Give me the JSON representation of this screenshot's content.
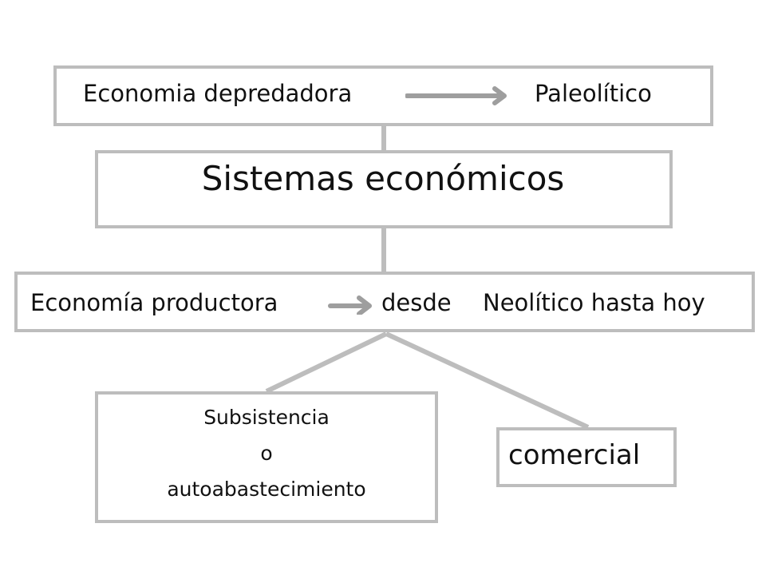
{
  "diagram": {
    "top_box": {
      "left_text": "Economia depredadora",
      "right_text": "Paleolítico"
    },
    "center_box": {
      "title": "Sistemas económicos"
    },
    "middle_box": {
      "left_text": "Economía productora",
      "mid_text": "desde",
      "right_text": "Neolítico hasta hoy"
    },
    "branch_left": {
      "line1": "Subsistencia",
      "line2": "o",
      "line3": "autoabastecimiento"
    },
    "branch_right": {
      "label": "comercial"
    }
  },
  "colors": {
    "border": "#bdbdbd",
    "connector": "#bdbdbd",
    "arrow": "#9e9e9e",
    "text": "#111111",
    "background": "#ffffff"
  }
}
